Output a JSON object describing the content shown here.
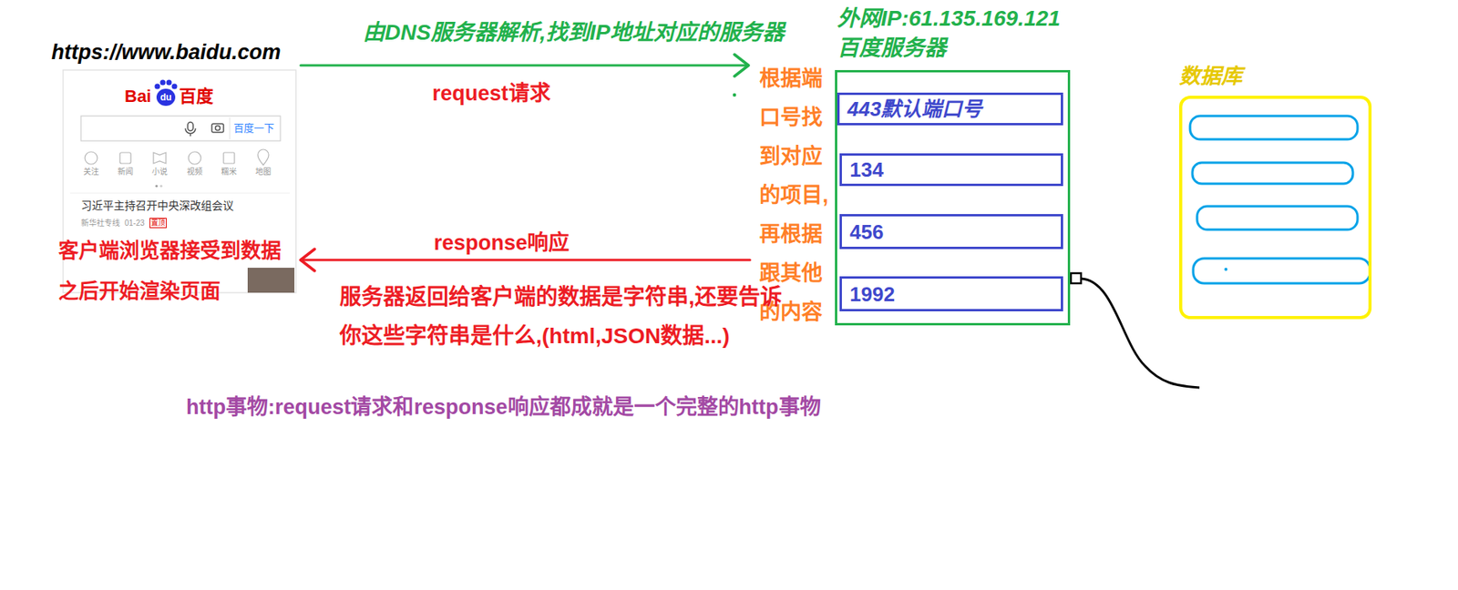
{
  "diagram": {
    "nodes": [
      {
        "text": [
          "https://www.baidu.com"
        ]
      },
      {
        "text": [
          "外网IP:61.135.169.121",
          "百度服务器",
          "根据端口号找到对应的项目,再根据跟其他的内容"
        ]
      },
      {
        "text": [
          "443默认端口号"
        ],
        "in": 1
      },
      {
        "text": [
          "134"
        ],
        "in": 1
      },
      {
        "text": [
          "456"
        ],
        "in": 1
      },
      {
        "text": [
          "1992"
        ],
        "in": 1
      },
      {
        "text": [
          "数据库"
        ]
      }
    ],
    "edges": [
      {
        "from": 0,
        "to": 1,
        "arrow": "to",
        "label": "request请求"
      },
      {
        "from": 1,
        "to": 0,
        "arrow": "to",
        "label": "response响应"
      }
    ],
    "labels": [
      "由DNS服务器解析,找到IP地址对应的服务器",
      "Bai",
      "du",
      "百度",
      "百度一下",
      "关注",
      "新闻",
      "小说",
      "视频",
      "糯米",
      "地图",
      "习近平主持召开中央深改组会议",
      "新华社专线",
      "01-23",
      "置顶",
      "客户端浏览器接受到数据之后开始渲染页面",
      "服务器返回给客户端的数据是字符串,还要告诉你这些字符串是什么,(html,JSON数据...)",
      "http事物:request请求和response响应都成就是一个完整的http事物"
    ]
  }
}
